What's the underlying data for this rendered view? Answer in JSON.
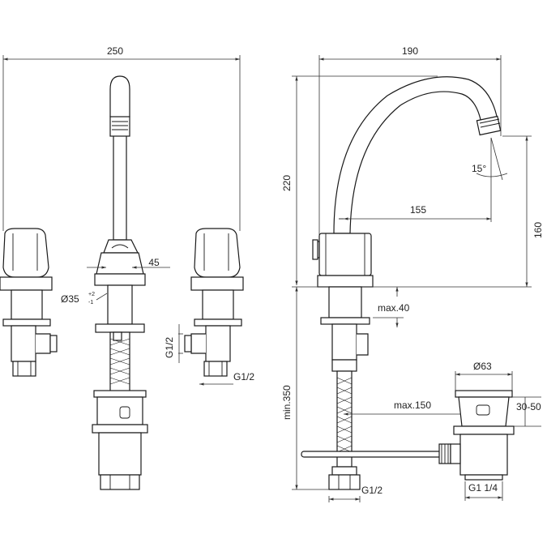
{
  "dimensions": {
    "width_left": "250",
    "width_right": "190",
    "height_spout": "220",
    "reach": "155",
    "height_outlet": "160",
    "angle": "15°",
    "neck_diameter": "45",
    "base_diameter": "Ø35",
    "base_tolerance_upper": "+2",
    "base_tolerance_lower": "-1",
    "thread_left_vertical": "G1/2",
    "thread_left_horizontal": "G1/2",
    "deck_thickness": "max.40",
    "below_deck": "min.350",
    "waste_diameter": "Ø63",
    "waste_range": "30-50",
    "pull_rod_reach": "max.150",
    "supply_thread": "G1/2",
    "waste_thread": "G1 1/4"
  }
}
